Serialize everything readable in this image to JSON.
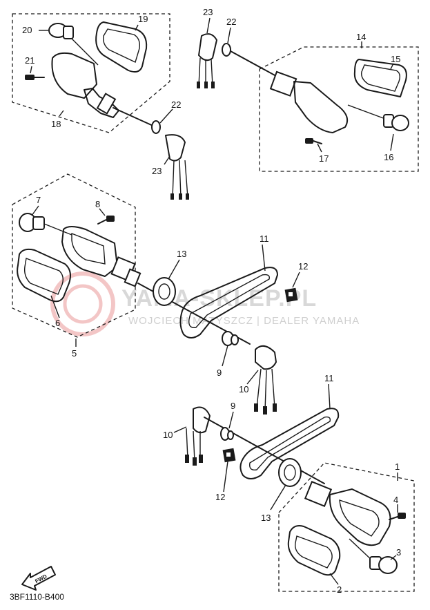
{
  "watermark": {
    "brand": "YAMA-SKLEP.PL",
    "tagline": "WOJCIECH MATYSZCZ | DEALER YAMAHA"
  },
  "diagram_code": "3BF1110-B400",
  "fwd_label": "FWD",
  "callouts": {
    "n1": "1",
    "n2": "2",
    "n3": "3",
    "n4": "4",
    "n5": "5",
    "n6": "6",
    "n7": "7",
    "n8": "8",
    "n9a": "9",
    "n9b": "9",
    "n10a": "10",
    "n10b": "10",
    "n11a": "11",
    "n11b": "11",
    "n12a": "12",
    "n12b": "12",
    "n13a": "13",
    "n13b": "13",
    "n14": "14",
    "n15": "15",
    "n16": "16",
    "n17": "17",
    "n18": "18",
    "n19": "19",
    "n20": "20",
    "n21": "21",
    "n22a": "22",
    "n22b": "22",
    "n23a": "23",
    "n23b": "23"
  }
}
